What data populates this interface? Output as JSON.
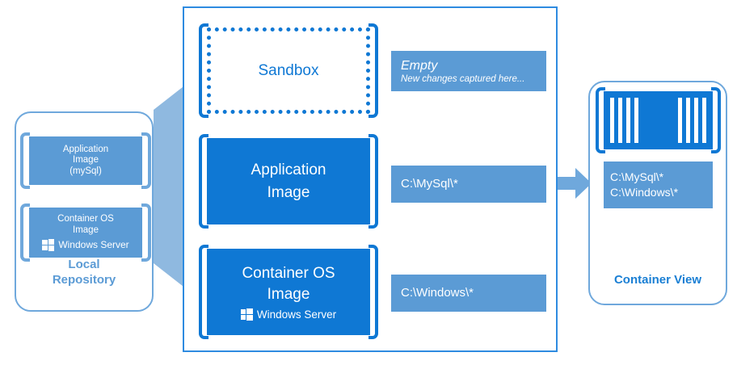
{
  "colors": {
    "primary_blue": "#0F78D4",
    "light_blue": "#5B9BD5",
    "panel_border": "#6FA8DC",
    "frame_border": "#2E8BE0",
    "white": "#FFFFFF"
  },
  "local_repository": {
    "label": "Local\nRepository",
    "label_line1": "Local",
    "label_line2": "Repository",
    "items": [
      {
        "name": "application-image",
        "lines": [
          "Application",
          "Image",
          "(mySql)"
        ]
      },
      {
        "name": "container-os-image",
        "lines": [
          "Container OS",
          "Image"
        ],
        "os_badge": "Windows Server",
        "os_icon": "windows-logo-icon"
      }
    ]
  },
  "funnel": {
    "icon": "funnel-shape"
  },
  "middle": {
    "layers": [
      {
        "name": "sandbox",
        "title": "Sandbox",
        "style": "dotted",
        "label": {
          "title": "Empty",
          "subtitle": "New changes captured here..."
        }
      },
      {
        "name": "application-image",
        "title_lines": [
          "Application",
          "Image"
        ],
        "style": "solid",
        "label": {
          "title": "C:\\MySql\\*"
        }
      },
      {
        "name": "container-os-image",
        "title_lines": [
          "Container OS",
          "Image"
        ],
        "style": "solid",
        "os_badge": "Windows Server",
        "os_icon": "windows-logo-icon",
        "label": {
          "title": "C:\\Windows\\*"
        }
      }
    ]
  },
  "arrow": {
    "icon": "right-arrow-icon"
  },
  "container_view": {
    "icon": "container-ship-icon",
    "paths": [
      "C:\\MySql\\*",
      "C:\\Windows\\*"
    ],
    "label": "Container View"
  }
}
